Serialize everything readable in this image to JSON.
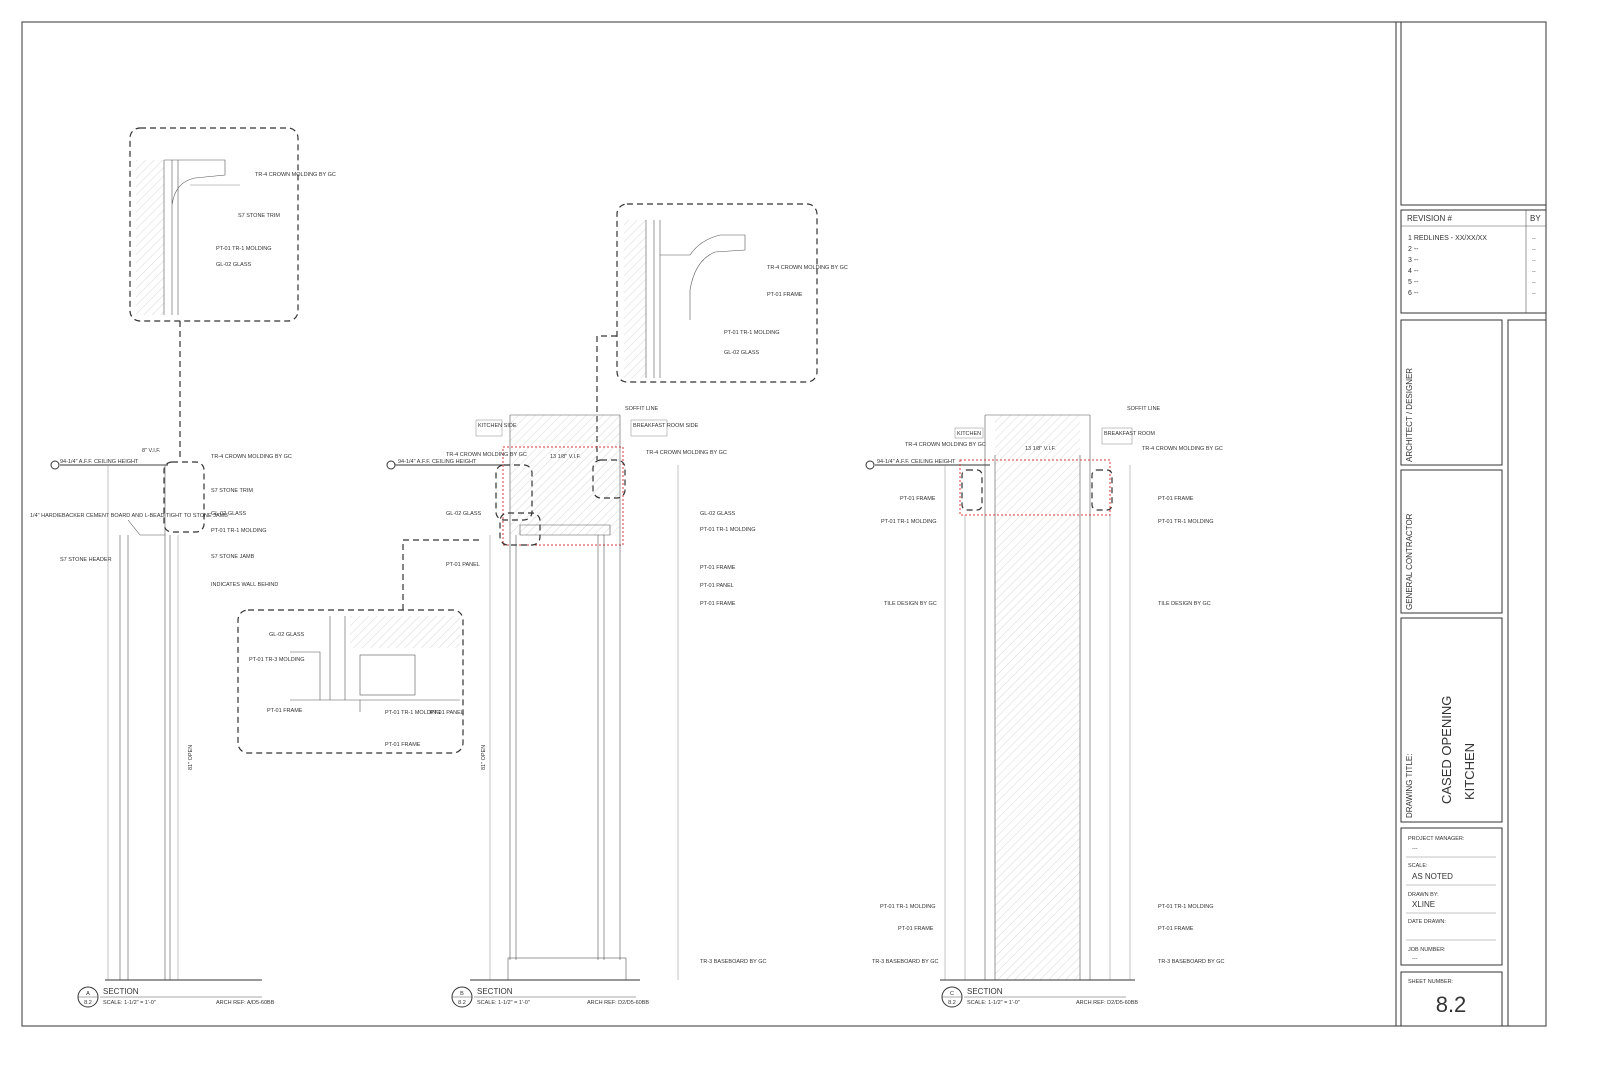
{
  "title_block": {
    "revision_label": "REVISION #",
    "by_label": "BY",
    "revisions": [
      {
        "num": "1",
        "text": "REDLINES - XX/XX/XX",
        "by": "--"
      },
      {
        "num": "2",
        "text": "--",
        "by": "--"
      },
      {
        "num": "3",
        "text": "--",
        "by": "--"
      },
      {
        "num": "4",
        "text": "--",
        "by": "--"
      },
      {
        "num": "5",
        "text": "--",
        "by": "--"
      },
      {
        "num": "6",
        "text": "--",
        "by": "--"
      }
    ],
    "architect_label": "ARCHITECT / DESIGNER",
    "contractor_label": "GENERAL CONTRACTOR",
    "drawing_title_label": "DRAWING TITLE:",
    "drawing_title_line1": "CASED OPENING",
    "drawing_title_line2": "KITCHEN",
    "project_manager_label": "PROJECT MANAGER:",
    "project_manager_value": "---",
    "scale_label": "SCALE:",
    "scale_value": "AS NOTED",
    "drawn_by_label": "DRAWN BY:",
    "drawn_by_value": "XLINE",
    "date_drawn_label": "DATE DRAWN:",
    "job_number_label": "JOB NUMBER:",
    "job_number_value": "---",
    "sheet_number_label": "SHEET NUMBER:",
    "sheet_number_value": "8.2"
  },
  "sections": [
    {
      "letter": "A",
      "sheet": "8.2",
      "title": "SECTION",
      "scale": "SCALE: 1-1/2\" = 1'-0\"",
      "ref": "ARCH REF: A/D5-60BB"
    },
    {
      "letter": "B",
      "sheet": "8.2",
      "title": "SECTION",
      "scale": "SCALE: 1-1/2\" = 1'-0\"",
      "ref": "ARCH REF: D2/D5-60BB"
    },
    {
      "letter": "C",
      "sheet": "8.2",
      "title": "SECTION",
      "scale": "SCALE: 1-1/2\" = 1'-0\"",
      "ref": "ARCH REF: D2/D5-60BB"
    }
  ],
  "annotations": {
    "ceiling_height": "94-1/4\" A.F.F. CEILING HEIGHT",
    "tr4_crown": "TR-4 CROWN MOLDING BY GC",
    "s7_stone_trim": "S7 STONE TRIM",
    "gl02_glass": "GL-02 GLASS",
    "pt01_tr1": "PT-01 TR-1 MOLDING",
    "s7_stone_jamb": "S7 STONE JAMB",
    "indicates_wall": "INDICATES WALL BEHIND",
    "hardiebacker": "1/4\" HARDIEBACKER CEMENT BOARD AND L-BEAD TIGHT TO STONE JAMB",
    "s7_stone_header": "S7 STONE HEADER",
    "soffit_line": "SOFFIT LINE",
    "kitchen_side": "KITCHEN SIDE",
    "breakfast_room_side": "BREAKFAST ROOM SIDE",
    "kitchen": "KITCHEN",
    "breakfast_room": "BREAKFAST ROOM",
    "pt01_frame": "PT-01 FRAME",
    "pt01_panel": "PT-01 PANEL",
    "pt01_tr3": "PT-01 TR-3 MOLDING",
    "tile_design": "TILE DESIGN BY GC",
    "tr3_baseboard": "TR-3 BASEBOARD BY GC",
    "pt01_tr1_short": "PT-01 TR-1 MOLDING",
    "dim_8vif": "8\" V.I.F.",
    "dim_opening": "81\" OPEN",
    "dim_13vif": "13 1/8\" V.I.F."
  }
}
